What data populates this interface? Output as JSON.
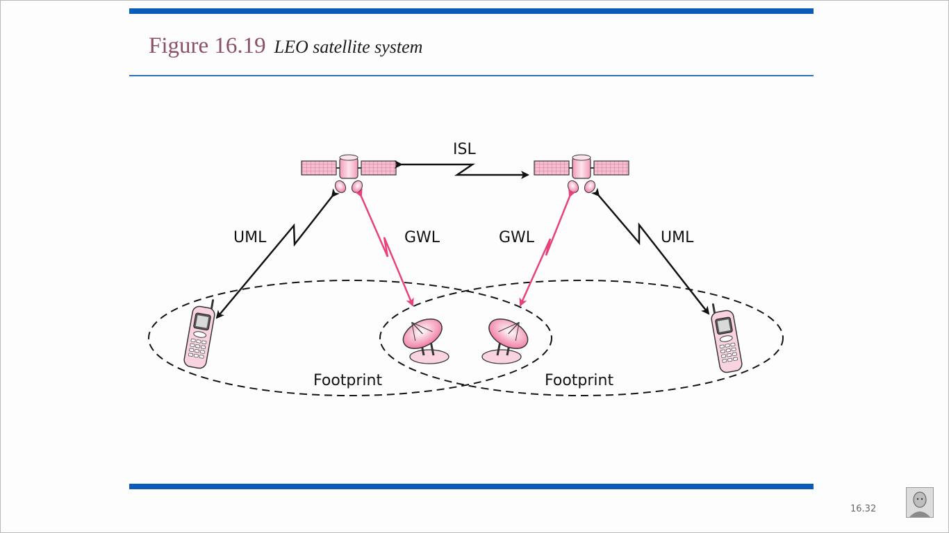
{
  "figure": {
    "number": "Figure 16.19",
    "caption": "LEO satellite system"
  },
  "diagram": {
    "labels": {
      "isl": "ISL",
      "uml_left": "UML",
      "uml_right": "UML",
      "gwl_left": "GWL",
      "gwl_right": "GWL",
      "footprint_left": "Footprint",
      "footprint_right": "Footprint"
    },
    "colors": {
      "satellite_pink": "#f4b3c8",
      "link_pink": "#e8427a",
      "link_black": "#111111",
      "rule_blue": "#0b5cb8",
      "title_color": "#8c4f63"
    },
    "icons": [
      "satellite-icon",
      "mobile-phone-icon",
      "ground-station-dish-icon"
    ]
  },
  "slide": {
    "number": "16.32"
  }
}
